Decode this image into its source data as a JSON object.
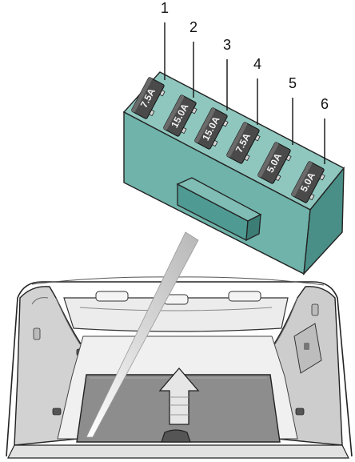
{
  "fuses": [
    {
      "number": "1",
      "rating": "7.5A"
    },
    {
      "number": "2",
      "rating": "15.0A"
    },
    {
      "number": "3",
      "rating": "15.0A"
    },
    {
      "number": "4",
      "rating": "7.5A"
    },
    {
      "number": "5",
      "rating": "5.0A"
    },
    {
      "number": "6",
      "rating": "5.0A"
    }
  ],
  "colors": {
    "fuse_box_top": "#8fc7bf",
    "fuse_box_front": "#6fb3aa",
    "fuse_box_side": "#4a8f87",
    "fuse_body": "#4a4a4a",
    "cargo_mat": "#8d8d8d",
    "trim_panel": "#c9c9c9",
    "line": "#222222"
  }
}
